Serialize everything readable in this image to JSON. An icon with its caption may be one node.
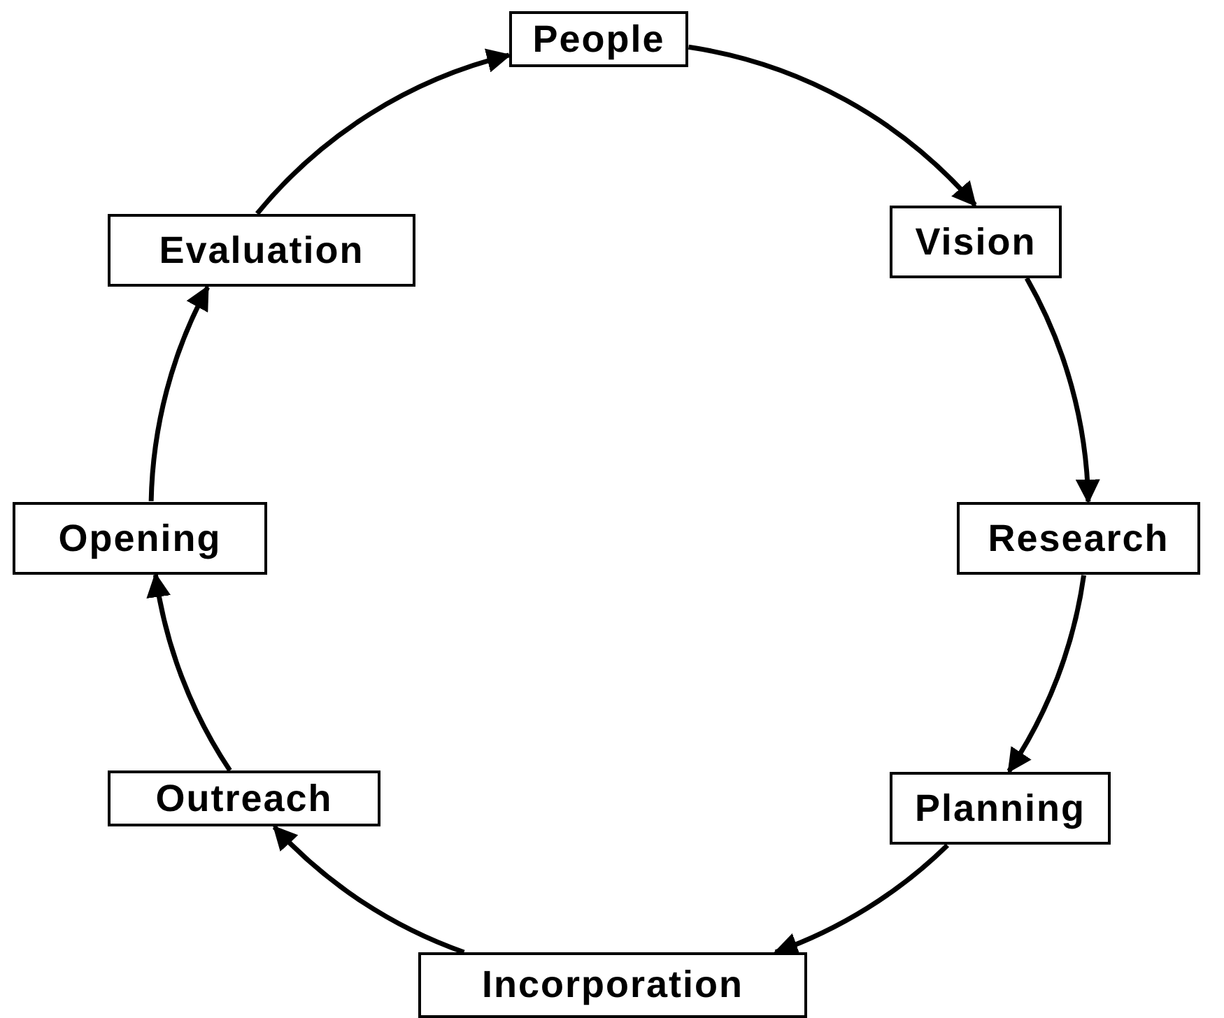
{
  "diagram": {
    "nodes": [
      {
        "text": [
          "People"
        ]
      },
      {
        "text": [
          "Vision"
        ]
      },
      {
        "text": [
          "Research"
        ]
      },
      {
        "text": [
          "Planning"
        ]
      },
      {
        "text": [
          "Incorporation"
        ]
      },
      {
        "text": [
          "Outreach"
        ]
      },
      {
        "text": [
          "Opening"
        ]
      },
      {
        "text": [
          "Evaluation"
        ]
      }
    ],
    "edges": [
      {
        "from": 0,
        "to": 1,
        "arrow": "to"
      },
      {
        "from": 1,
        "to": 2,
        "arrow": "to"
      },
      {
        "from": 2,
        "to": 3,
        "arrow": "to"
      },
      {
        "from": 3,
        "to": 4,
        "arrow": "to"
      },
      {
        "from": 4,
        "to": 5,
        "arrow": "to"
      },
      {
        "from": 5,
        "to": 6,
        "arrow": "to"
      },
      {
        "from": 6,
        "to": 7,
        "arrow": "to"
      },
      {
        "from": 7,
        "to": 0,
        "arrow": "to"
      }
    ]
  }
}
